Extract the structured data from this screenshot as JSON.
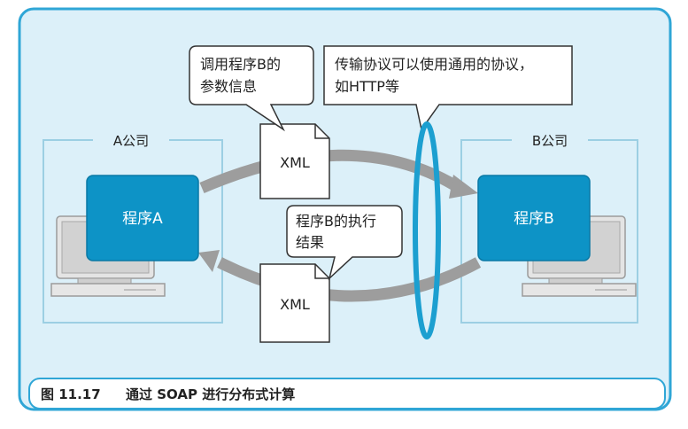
{
  "diagram": {
    "company_a": "A公司",
    "company_b": "B公司",
    "program_a": "程序A",
    "program_b": "程序B",
    "xml_top": "XML",
    "xml_bottom": "XML",
    "callout_params": [
      "调用程序B的",
      "参数信息"
    ],
    "callout_result": [
      "程序B的执行",
      "结果"
    ],
    "callout_protocol": [
      "传输协议可以使用通用的协议，",
      "如HTTP等"
    ]
  },
  "caption": {
    "label": "图 11.17",
    "text": "通过 SOAP 进行分布式计算"
  },
  "colors": {
    "panel_fill": "#dcf0f9",
    "border_blue": "#2fa6d6",
    "program_fill": "#0d93c6",
    "arrow_gray": "#9d9d9d",
    "ring_blue": "#1c9fd0"
  }
}
